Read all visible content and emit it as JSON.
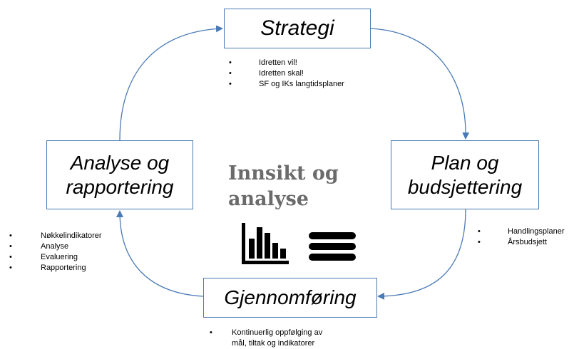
{
  "diagram": {
    "strategy": {
      "title": "Strategi",
      "bullets": [
        "Idretten vil!",
        "Idretten skal!",
        "SF og IKs langtidsplaner"
      ]
    },
    "planning": {
      "title_line1": "Plan og",
      "title_line2": "budsjettering",
      "bullets": [
        "Handlingsplaner",
        "Årsbudsjett"
      ]
    },
    "execution": {
      "title": "Gjennomføring",
      "bullets": [
        "Kontinuerlig oppfølging av",
        "mål, tiltak og indikatorer"
      ]
    },
    "analysis": {
      "title_line1": "Analyse og",
      "title_line2": "rapportering",
      "bullets": [
        "Nøkkelindikatorer",
        "Analyse",
        "Evaluering",
        "Rapportering"
      ]
    },
    "center": {
      "title_line1": "Innsikt og",
      "title_line2": "analyse",
      "icons": [
        "bar-chart-icon",
        "database-icon"
      ]
    },
    "bullet_glyph": "•",
    "colors": {
      "box_border": "#4a7ab5",
      "arrow": "#4a7ab5",
      "center_text": "#6b6b6b"
    }
  }
}
